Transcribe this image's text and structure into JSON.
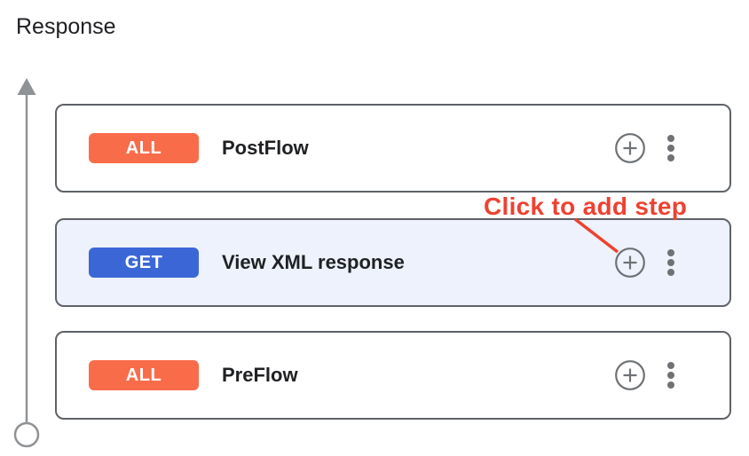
{
  "page": {
    "title": "Response"
  },
  "colors": {
    "text_dark": "#202124",
    "card_border": "#5f6368",
    "selected_card_bg": "#edf2fc",
    "badge_all": "#f96c4a",
    "badge_get": "#3b67d6",
    "icon_gray": "#6f7275",
    "axis_gray": "#8f9295",
    "annotation_red": "#ef4130"
  },
  "flow": {
    "cards": [
      {
        "verb": "ALL",
        "name": "PostFlow",
        "selected": false
      },
      {
        "verb": "GET",
        "name": "View XML response",
        "selected": true
      },
      {
        "verb": "ALL",
        "name": "PreFlow",
        "selected": false
      }
    ]
  },
  "annotation": {
    "label": "Click to add step"
  },
  "icons": {
    "add_step": "plus-circle-icon",
    "more_options": "kebab-menu-icon",
    "axis": "up-arrow-flow-line-icon"
  }
}
